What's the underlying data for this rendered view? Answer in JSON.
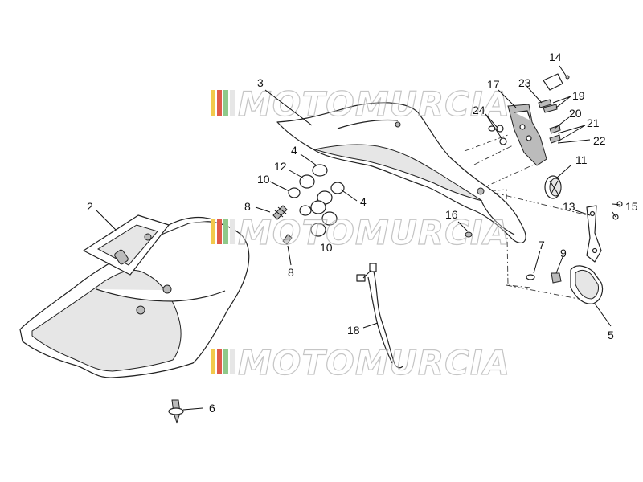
{
  "callouts": {
    "c1": "2",
    "c2": "3",
    "c3": "4",
    "c4": "4",
    "c5": "5",
    "c6": "6",
    "c7": "7",
    "c8": "8",
    "c9": "8",
    "c10": "9",
    "c11": "10",
    "c12": "10",
    "c13": "11",
    "c14": "12",
    "c15": "13",
    "c16": "14",
    "c17": "15",
    "c18": "16",
    "c19": "17",
    "c20": "18",
    "c21": "19",
    "c22": "20",
    "c23": "21",
    "c24": "22",
    "c25": "23",
    "c26": "24"
  },
  "watermark": {
    "text": "MOTOMURCIA",
    "colors": [
      "#f2c94c",
      "#e05a4a",
      "#8fc98a",
      "#e6e6e6"
    ]
  }
}
